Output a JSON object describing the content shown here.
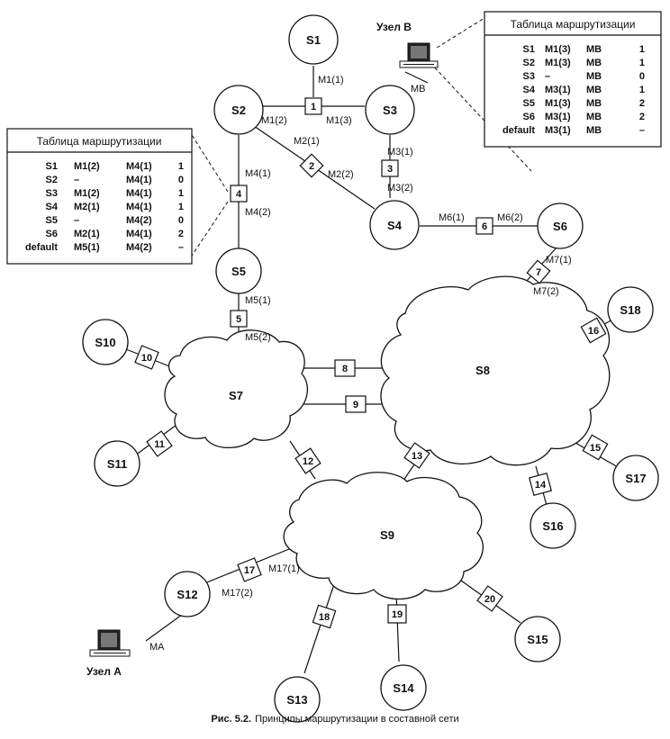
{
  "nodes": {
    "S1": "S1",
    "S2": "S2",
    "S3": "S3",
    "S4": "S4",
    "S5": "S5",
    "S6": "S6",
    "S7": "S7",
    "S8": "S8",
    "S9": "S9",
    "S10": "S10",
    "S11": "S11",
    "S12": "S12",
    "S13": "S13",
    "S14": "S14",
    "S15": "S15",
    "S16": "S16",
    "S17": "S17",
    "S18": "S18"
  },
  "routers": [
    "1",
    "2",
    "3",
    "4",
    "5",
    "6",
    "7",
    "8",
    "9",
    "10",
    "11",
    "12",
    "13",
    "14",
    "15",
    "16",
    "17",
    "18",
    "19",
    "20"
  ],
  "ports": {
    "m1_1": "M1(1)",
    "m1_2": "M1(2)",
    "m1_3": "M1(3)",
    "m2_1": "M2(1)",
    "m2_2": "M2(2)",
    "m3_1": "M3(1)",
    "m3_2": "M3(2)",
    "m4_1": "M4(1)",
    "m4_2": "M4(2)",
    "m5_1": "M5(1)",
    "m5_2": "M5(2)",
    "m6_1": "M6(1)",
    "m6_2": "M6(2)",
    "m7_1": "M7(1)",
    "m7_2": "M7(2)",
    "m17_1": "M17(1)",
    "m17_2": "M17(2)",
    "mb": "MB",
    "ma": "MA"
  },
  "hosts": {
    "host_b": "Узел В",
    "host_a": "Узел А"
  },
  "table_b": {
    "title": "Таблица маршрутизации",
    "rows": [
      [
        "S1",
        "M1(3)",
        "MB",
        "1"
      ],
      [
        "S2",
        "M1(3)",
        "MB",
        "1"
      ],
      [
        "S3",
        "–",
        "MB",
        "0"
      ],
      [
        "S4",
        "M3(1)",
        "MB",
        "1"
      ],
      [
        "S5",
        "M1(3)",
        "MB",
        "2"
      ],
      [
        "S6",
        "M3(1)",
        "MB",
        "2"
      ],
      [
        "default",
        "M3(1)",
        "MB",
        "–"
      ]
    ]
  },
  "table_4": {
    "title": "Таблица маршрутизации",
    "rows": [
      [
        "S1",
        "M1(2)",
        "M4(1)",
        "1"
      ],
      [
        "S2",
        "–",
        "M4(1)",
        "0"
      ],
      [
        "S3",
        "M1(2)",
        "M4(1)",
        "1"
      ],
      [
        "S4",
        "M2(1)",
        "M4(1)",
        "1"
      ],
      [
        "S5",
        "–",
        "M4(2)",
        "0"
      ],
      [
        "S6",
        "M2(1)",
        "M4(1)",
        "2"
      ],
      [
        "default",
        "M5(1)",
        "M4(2)",
        "–"
      ]
    ]
  },
  "caption": {
    "label": "Рис.  5.2.",
    "text": "Принципы маршрутизации в составной сети"
  }
}
